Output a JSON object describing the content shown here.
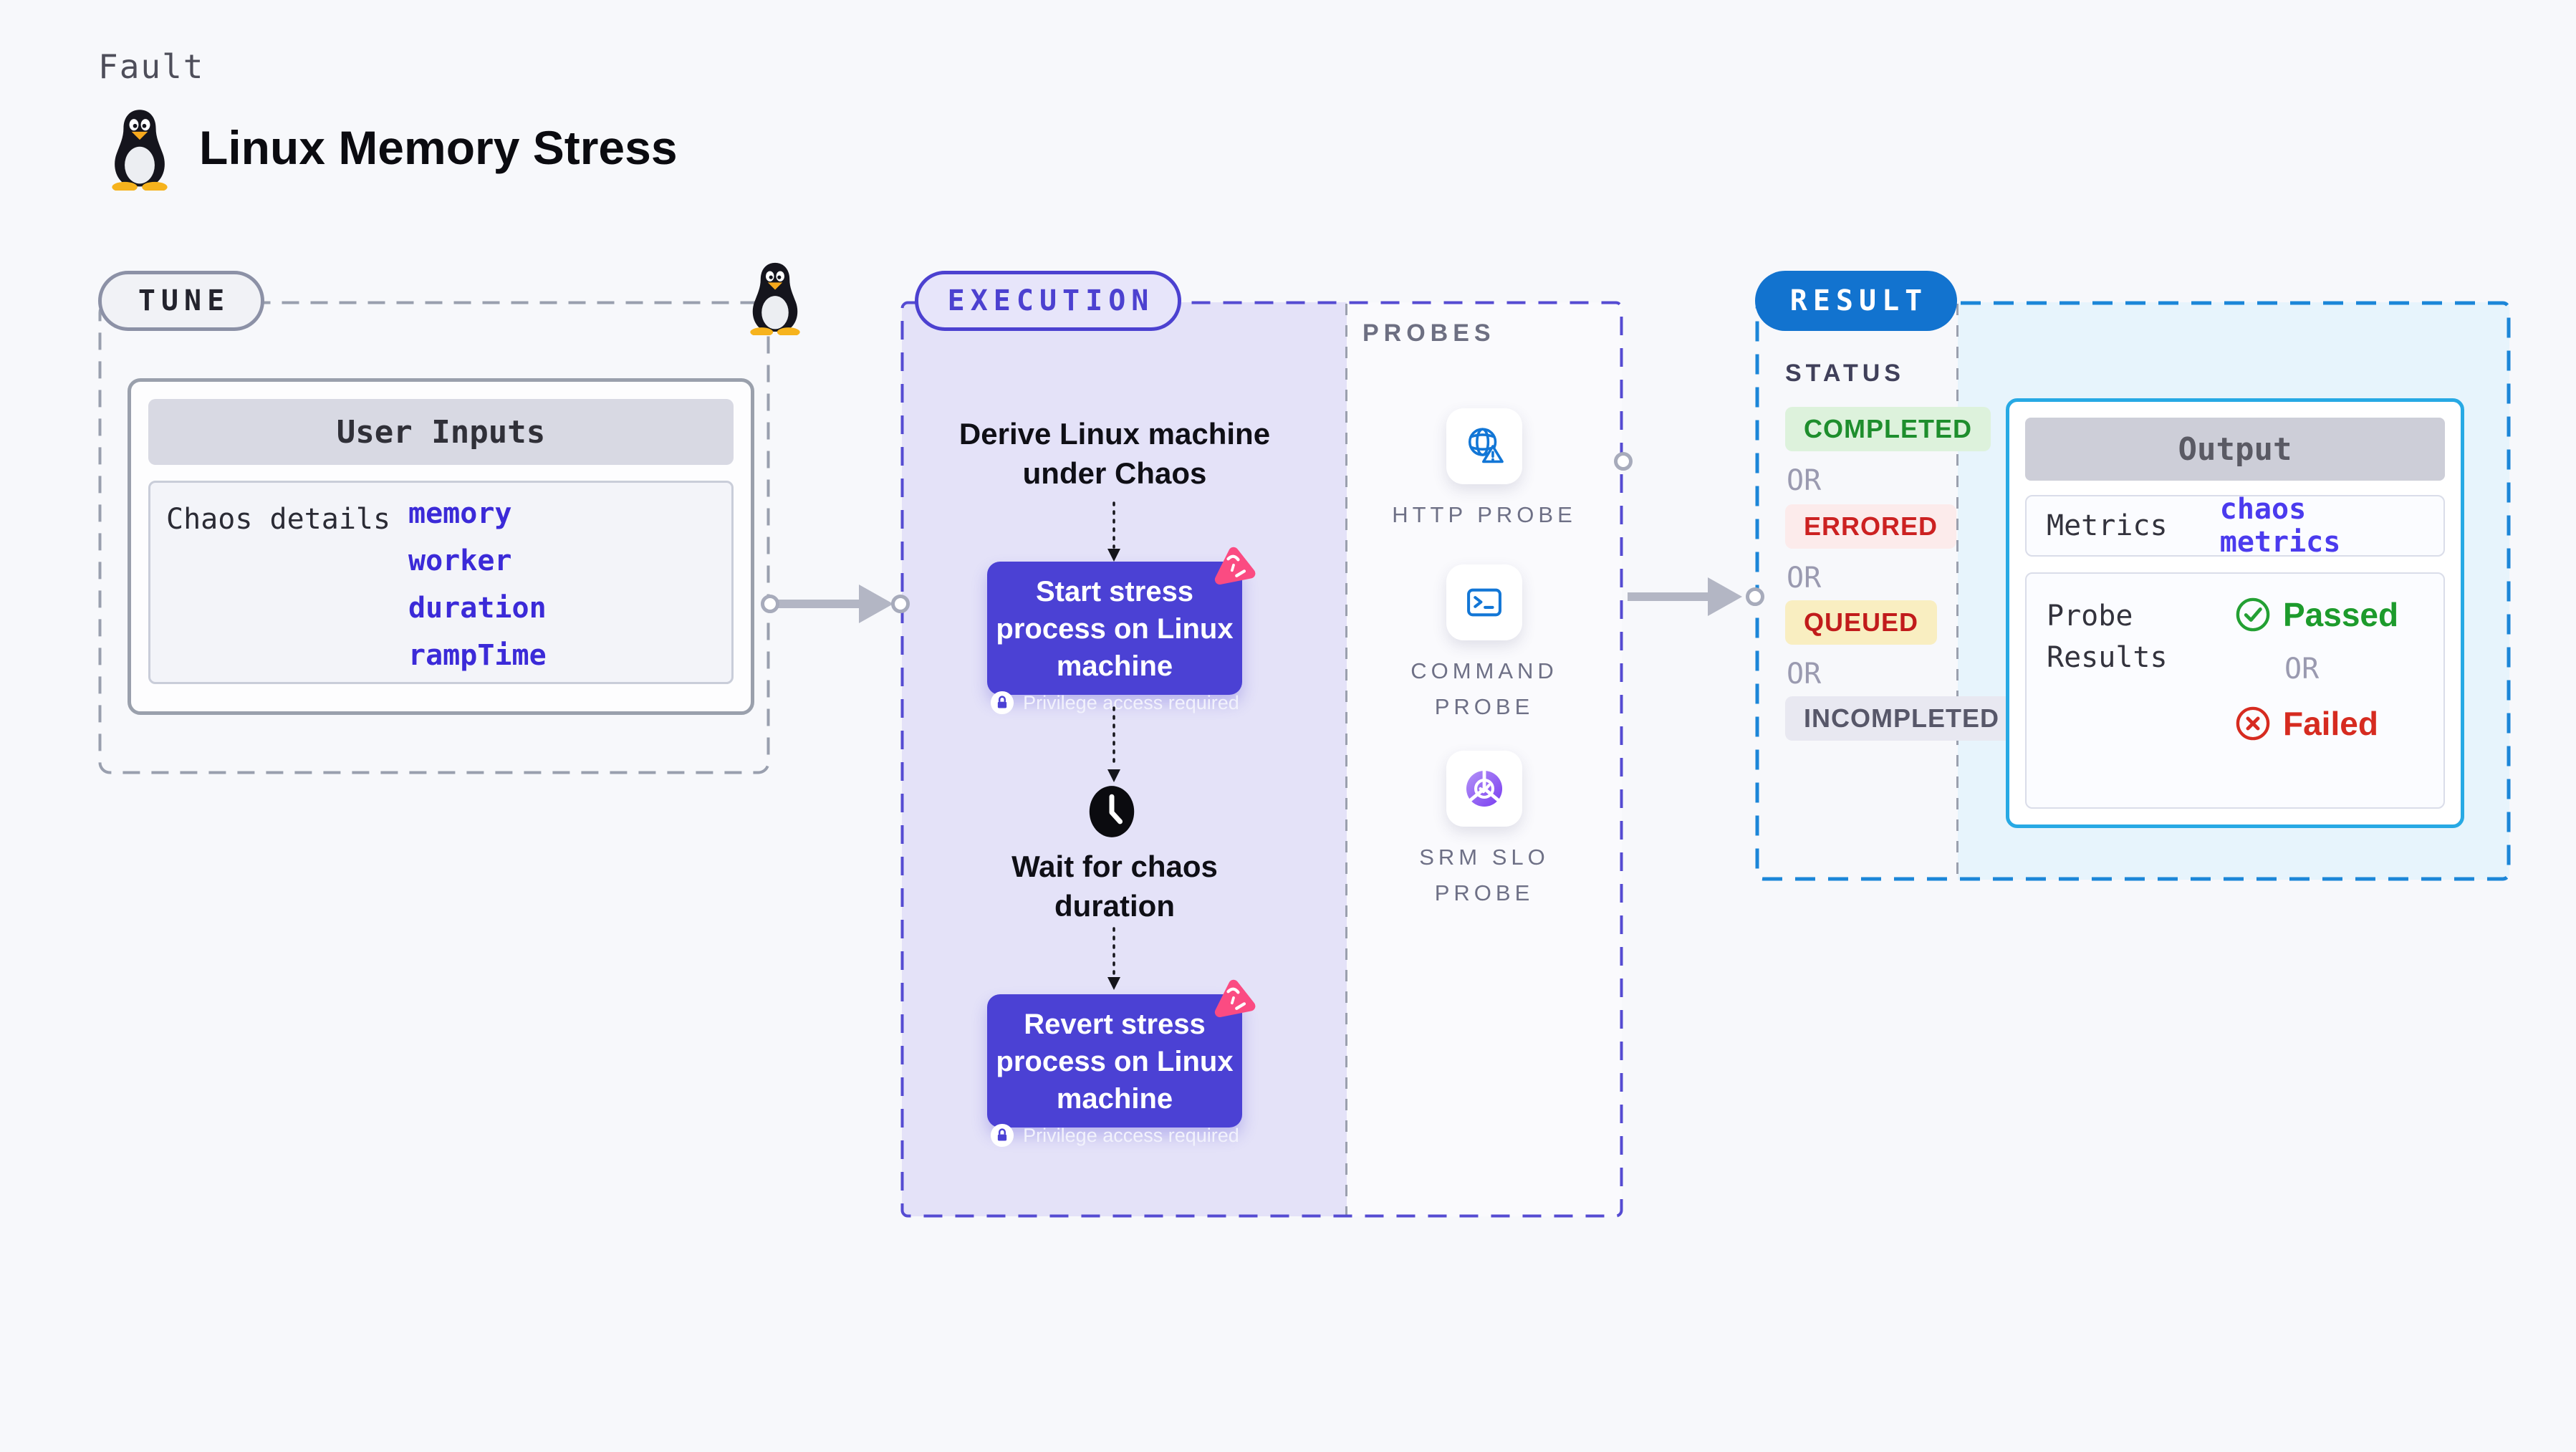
{
  "header": {
    "eyebrow": "Fault",
    "title": "Linux Memory Stress",
    "logo_icon": "tux-penguin-icon"
  },
  "sections": {
    "tune": {
      "label": "TUNE",
      "corner_icon": "tux-penguin-icon",
      "user_inputs": {
        "title": "User Inputs",
        "row_label": "Chaos details",
        "inputs": [
          "memory",
          "worker",
          "duration",
          "rampTime"
        ]
      }
    },
    "execution": {
      "label": "EXECUTION",
      "flow": {
        "entry": "Derive Linux machine under Chaos",
        "steps": [
          {
            "title": "Start stress process on Linux machine",
            "note": "Privilege access required",
            "icon": "lock-icon"
          },
          {
            "title": "Wait for chaos duration",
            "icon": "clock-icon"
          },
          {
            "title": "Revert stress process on Linux machine",
            "note": "Privilege access required",
            "icon": "lock-icon"
          }
        ]
      },
      "probes": {
        "label": "PROBES",
        "items": [
          {
            "name": "HTTP PROBE",
            "icon": "globe-alert-icon"
          },
          {
            "name": "COMMAND PROBE",
            "icon": "terminal-icon"
          },
          {
            "name": "SRM SLO PROBE",
            "icon": "slo-gauge-icon"
          }
        ]
      }
    },
    "result": {
      "label": "RESULT",
      "status": {
        "heading": "STATUS",
        "separator": "OR",
        "items": [
          {
            "label": "COMPLETED",
            "bg": "#ddf2dc",
            "color": "#1e8e2d"
          },
          {
            "label": "ERRORED",
            "bg": "#fcebeb",
            "color": "#cc2121"
          },
          {
            "label": "QUEUED",
            "bg": "#f9eec1",
            "color": "#c11b1b"
          },
          {
            "label": "INCOMPLETED",
            "bg": "#e8e8f1",
            "color": "#575769"
          }
        ]
      },
      "output": {
        "title": "Output",
        "metrics_label": "Metrics",
        "metrics_value": "chaos metrics",
        "probe_results_label": "Probe Results",
        "passed": "Passed",
        "separator": "OR",
        "failed": "Failed"
      }
    }
  },
  "colors": {
    "page_bg": "#f7f8fb",
    "accent_indigo": "#4c41d0",
    "node_purple": "#4b41d4",
    "lavender_panel": "#e4e2f8",
    "accent_blue": "#1273cf",
    "result_dash_blue": "#1b86d8",
    "output_border_cyan": "#27a9e4",
    "result_panel_blue": "#e7f4fc",
    "link_blue": "#3b2ad8",
    "badge_pink": "#fb4b82",
    "probe_icon_blue": "#1276d6",
    "pass_green": "#1d9b2c",
    "fail_red": "#d62b20",
    "gray_dash": "#999fae"
  }
}
